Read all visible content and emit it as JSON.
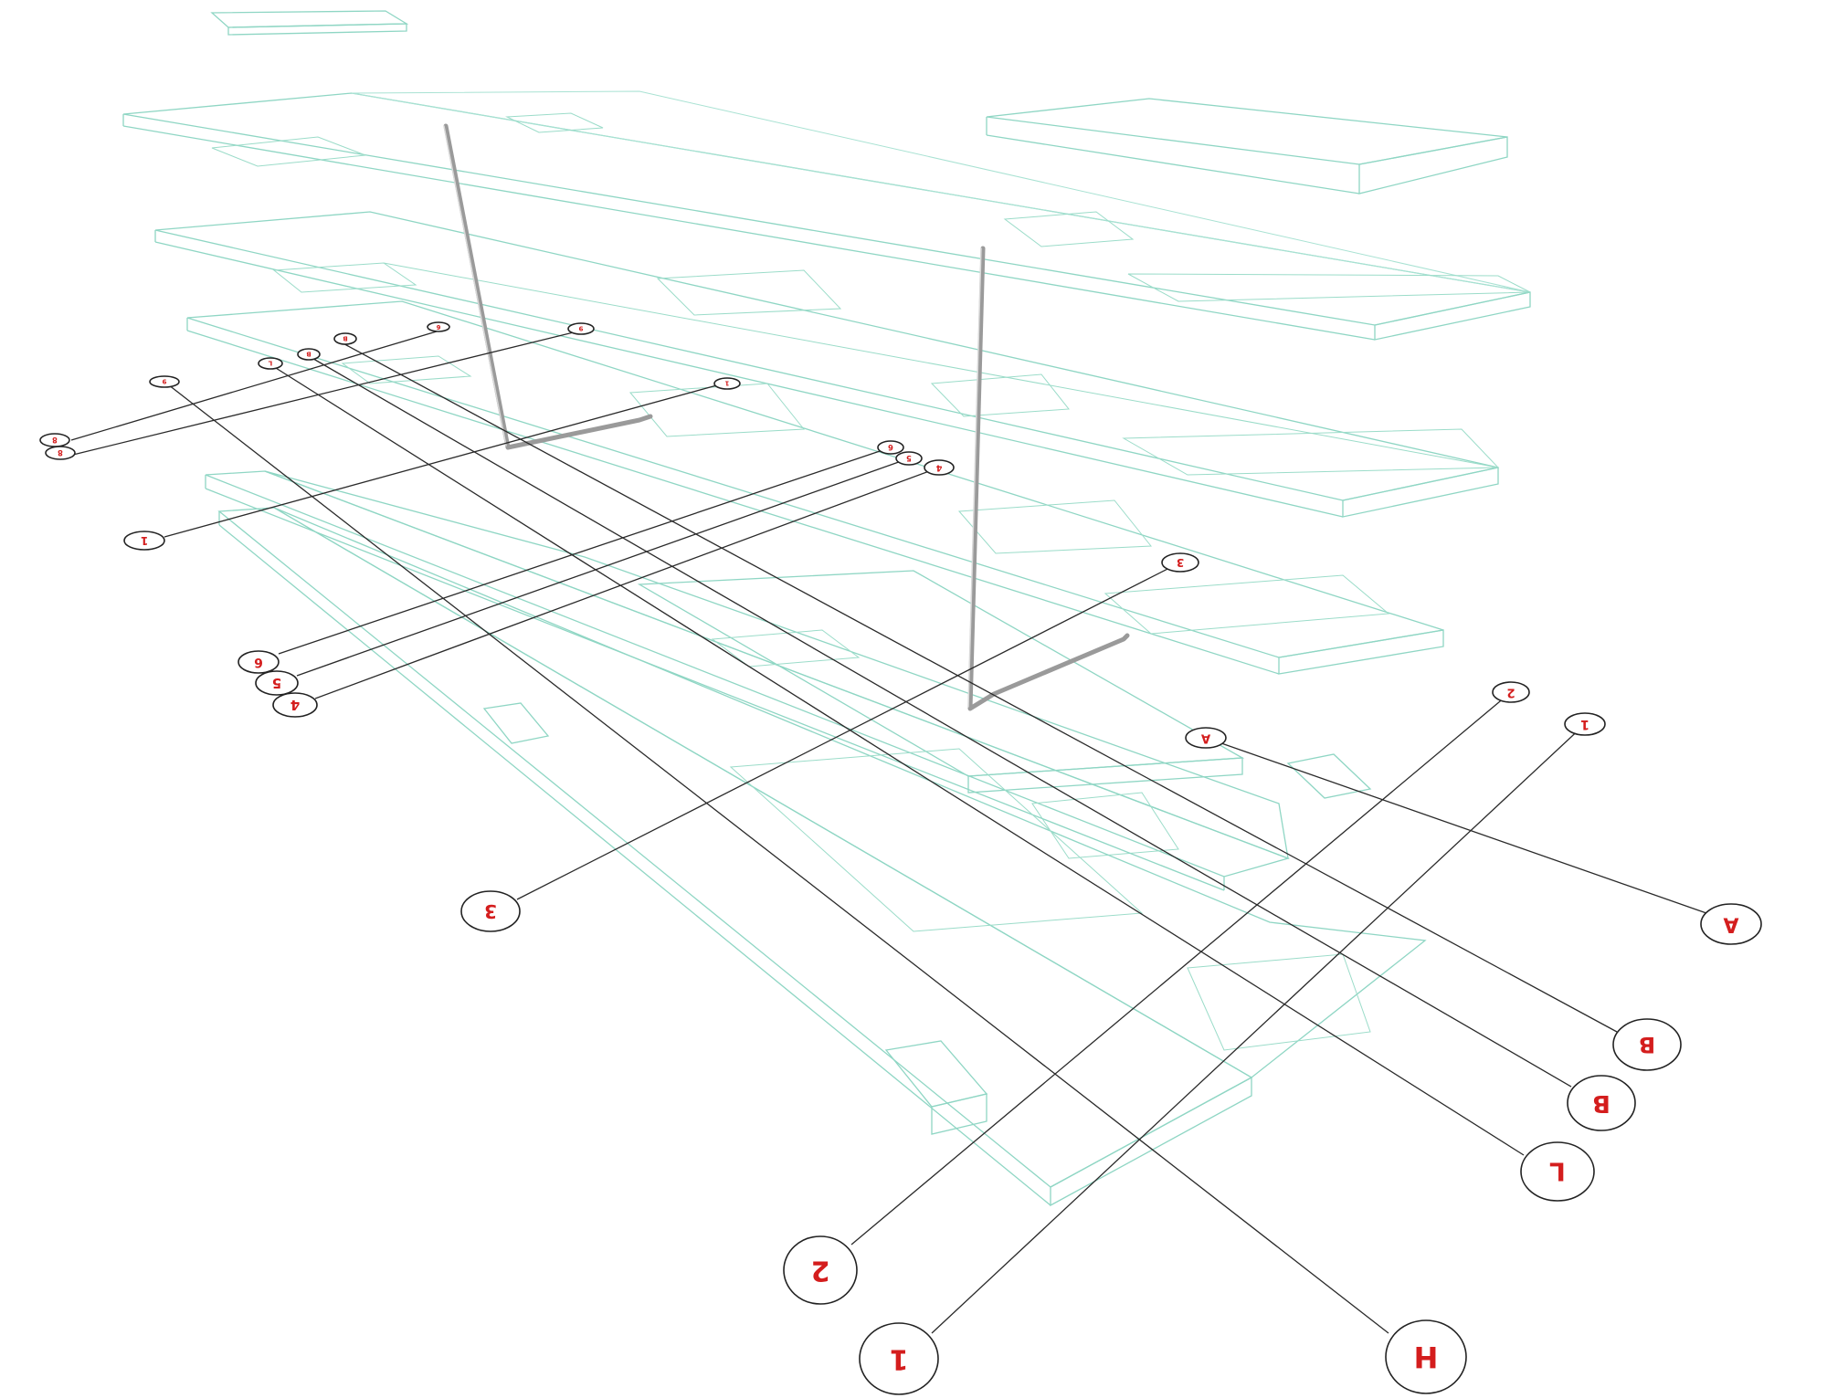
{
  "diagram": {
    "colors": {
      "structure": "#8fd6c4",
      "grid_line": "#2a2a2a",
      "bubble_text": "#d41d1d",
      "pipe": "#9a9a9a"
    },
    "grid_bubbles_large": [
      "A",
      "B",
      "B",
      "L",
      "2",
      "1",
      "H",
      "3",
      "4",
      "5",
      "6",
      "1"
    ],
    "grid_bubbles_small": [
      "A",
      "B",
      "B",
      "L",
      "6",
      "5",
      "4",
      "3",
      "2",
      "1",
      "9",
      "8",
      "8",
      "9",
      "6",
      "1"
    ]
  }
}
